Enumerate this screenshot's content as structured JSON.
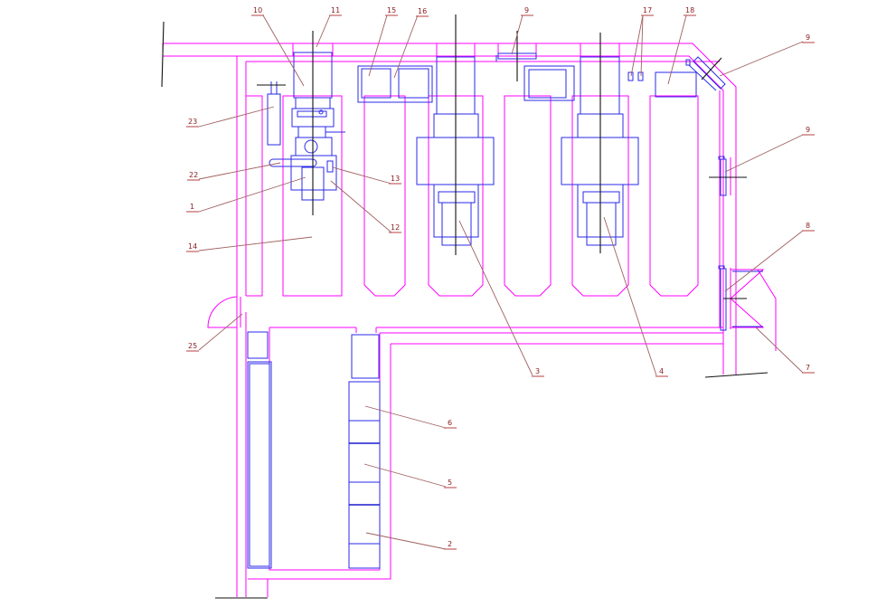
{
  "colors": {
    "walls": "#ff00ff",
    "equipment": "#2a2ae8",
    "axes": "#111111",
    "leaders": "#a06060",
    "labels": "#8a1c1c"
  },
  "callouts": [
    {
      "id": "c10",
      "text": "10"
    },
    {
      "id": "c11",
      "text": "11"
    },
    {
      "id": "c15",
      "text": "15"
    },
    {
      "id": "c16",
      "text": "16"
    },
    {
      "id": "c9a",
      "text": "9"
    },
    {
      "id": "c17",
      "text": "17"
    },
    {
      "id": "c18",
      "text": "18"
    },
    {
      "id": "c9b",
      "text": "9"
    },
    {
      "id": "c9c",
      "text": "9"
    },
    {
      "id": "c23",
      "text": "23"
    },
    {
      "id": "c22",
      "text": "22"
    },
    {
      "id": "c13",
      "text": "13"
    },
    {
      "id": "c1",
      "text": "1"
    },
    {
      "id": "c12",
      "text": "12"
    },
    {
      "id": "c14",
      "text": "14"
    },
    {
      "id": "c8",
      "text": "8"
    },
    {
      "id": "c25",
      "text": "25"
    },
    {
      "id": "c3",
      "text": "3"
    },
    {
      "id": "c4",
      "text": "4"
    },
    {
      "id": "c7",
      "text": "7"
    },
    {
      "id": "c6",
      "text": "6"
    },
    {
      "id": "c5",
      "text": "5"
    },
    {
      "id": "c2",
      "text": "2"
    }
  ]
}
